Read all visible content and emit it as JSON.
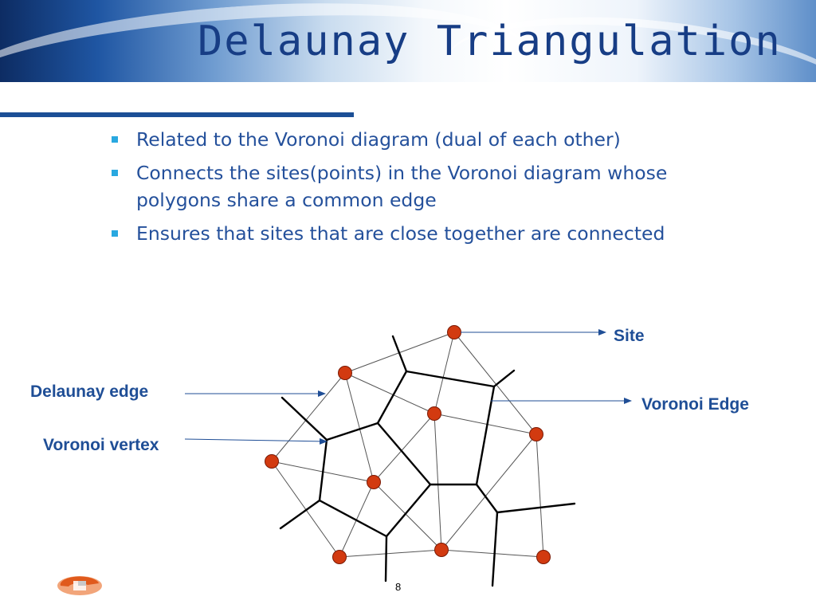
{
  "slide": {
    "title": "Delaunay Triangulation",
    "bullets": [
      "Related to the Voronoi diagram (dual of each other)",
      "Connects the sites(points) in the Voronoi diagram whose polygons share a common edge",
      "Ensures that sites that are close together are connected"
    ],
    "page_number": "8"
  },
  "diagram": {
    "labels": {
      "site": "Site",
      "voronoi_edge": "Voronoi Edge",
      "delaunay_edge": "Delaunay edge",
      "voronoi_vertex": "Voronoi vertex"
    }
  },
  "colors": {
    "title": "#173d85",
    "body_text": "#24509b",
    "bullet_marker": "#29a8e0",
    "callout_text": "#1f4e96",
    "site_fill": "#d23a10",
    "arrow": "#1f4e96"
  }
}
